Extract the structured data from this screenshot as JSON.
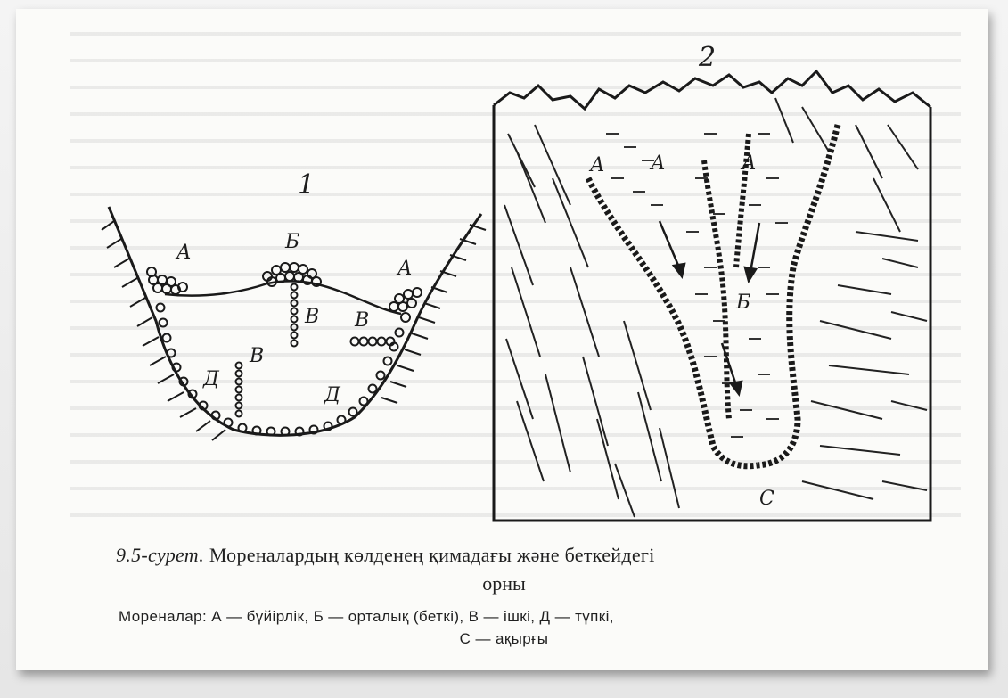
{
  "figure": {
    "panel1_number": "1",
    "panel2_number": "2",
    "panel1_labels": {
      "A_left": "А",
      "A_right": "А",
      "B_mid": "Б",
      "V_center": "В",
      "V_right": "В",
      "V_left": "В",
      "D_left": "Д",
      "D_right": "Д"
    },
    "panel2_labels": {
      "A1": "А",
      "A2": "А",
      "A3": "А",
      "B": "Б",
      "C": "С"
    }
  },
  "caption": {
    "number": "9.5-сурет.",
    "title_line1": "Мореналардың көлденең қимадағы және беткейдегі",
    "title_line2": "орны",
    "legend_line1": "Мореналар:  А — бүйірлік,   Б — орталық  (беткі),  В — ішкі,   Д — түпкі,",
    "legend_line2": "С — ақырғы"
  }
}
